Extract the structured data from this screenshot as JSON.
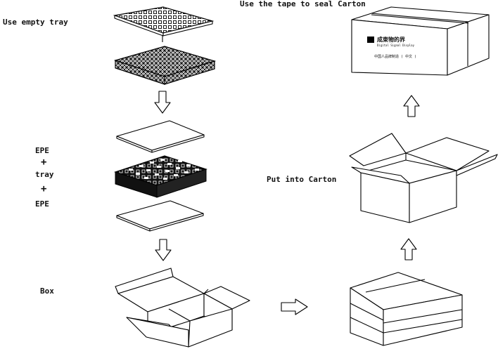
{
  "labels": {
    "use_empty_tray": "Use empty tray",
    "seal_carton": "Use the tape to seal Carton",
    "epe_top": "EPE",
    "plus_1": "+",
    "tray": "tray",
    "plus_2": "+",
    "epe_bottom": "EPE",
    "box": "Box",
    "put_into_carton": "Put into Carton"
  },
  "carton_logo": {
    "brand": "成東物的界",
    "line2": "Digital Signal Display",
    "line3": "中国人品牌制造 ( 中文 )"
  }
}
